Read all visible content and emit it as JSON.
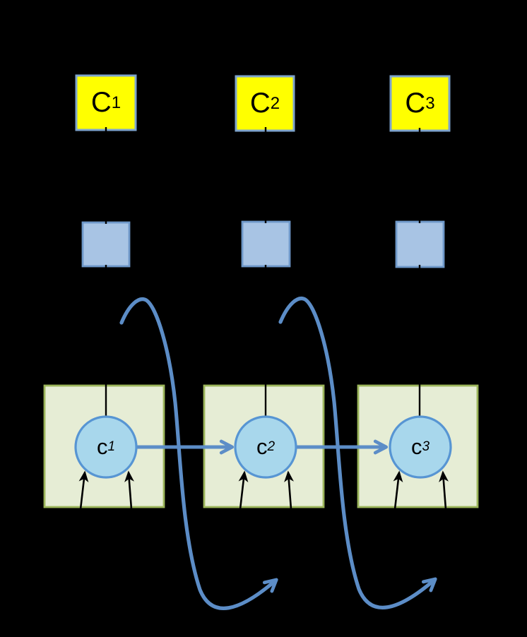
{
  "diagram": {
    "title": "recurrent-cells-with-context-diagram",
    "background": "#000000",
    "colors": {
      "background": "#000000",
      "context_fill": "#ffff00",
      "context_border": "#7ea4cd",
      "memory_fill": "#a8c4e4",
      "memory_border": "#6e98c9",
      "cell_fill": "#e6edd5",
      "cell_border": "#9bb55a",
      "state_fill": "#a8d7ec",
      "state_border": "#5795d3",
      "flow_blue": "#5c8dc7",
      "line_black": "#000000"
    },
    "columns": [
      {
        "context": {
          "base": "C",
          "sup": "1"
        },
        "state": {
          "base": "c",
          "sup": "1"
        }
      },
      {
        "context": {
          "base": "C",
          "sup": "2"
        },
        "state": {
          "base": "c",
          "sup": "2"
        }
      },
      {
        "context": {
          "base": "C",
          "sup": "3"
        },
        "state": {
          "base": "c",
          "sup": "3"
        }
      }
    ]
  }
}
